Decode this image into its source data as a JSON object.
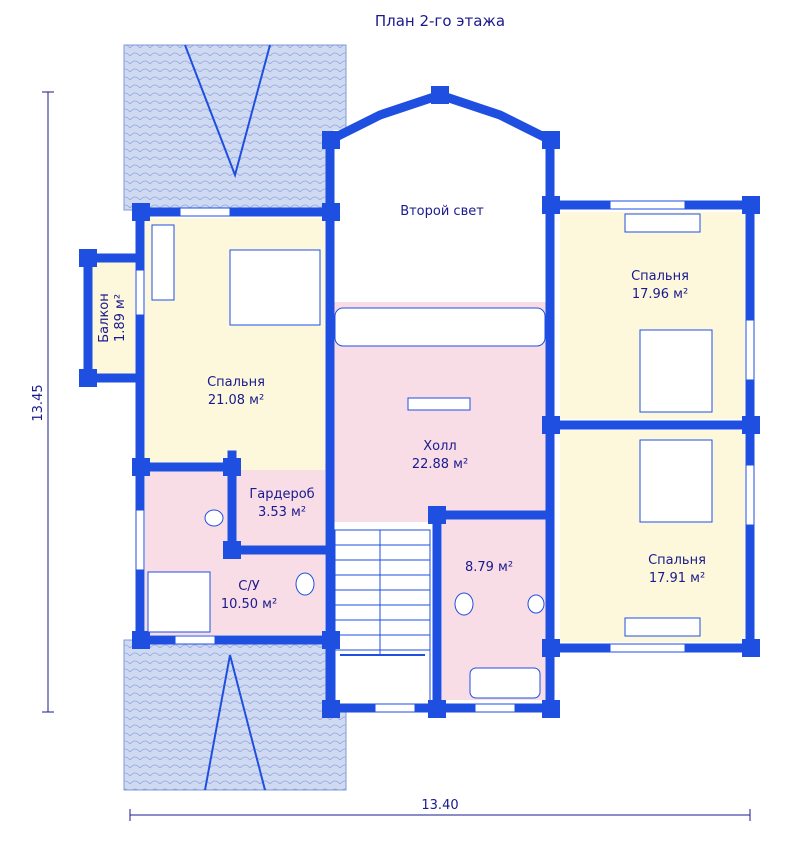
{
  "title": "План 2-го этажа",
  "rooms": {
    "second_light": {
      "name": "Второй свет"
    },
    "balcony": {
      "name": "Балкон",
      "area": "1.89 м²"
    },
    "bedroom_left": {
      "name": "Спальня",
      "area": "21.08 м²"
    },
    "hall": {
      "name": "Холл",
      "area": "22.88 м²"
    },
    "bedroom_right_top": {
      "name": "Спальня",
      "area": "17.96 м²"
    },
    "bedroom_right_bottom": {
      "name": "Спальня",
      "area": "17.91 м²"
    },
    "wardrobe": {
      "name": "Гардероб",
      "area": "3.53 м²"
    },
    "bathroom_left": {
      "name": "С/У",
      "area": "10.50 м²"
    },
    "bathroom_center": {
      "area": "8.79 м²"
    }
  },
  "dimensions": {
    "width": "13.40",
    "height": "13.45"
  },
  "colors": {
    "wall": "#1f4fe0",
    "bedroom_fill": "#fdf8dc",
    "wet_fill": "#f9dde6",
    "roof_fill": "#c9d6f0",
    "text": "#1a1a8c"
  }
}
